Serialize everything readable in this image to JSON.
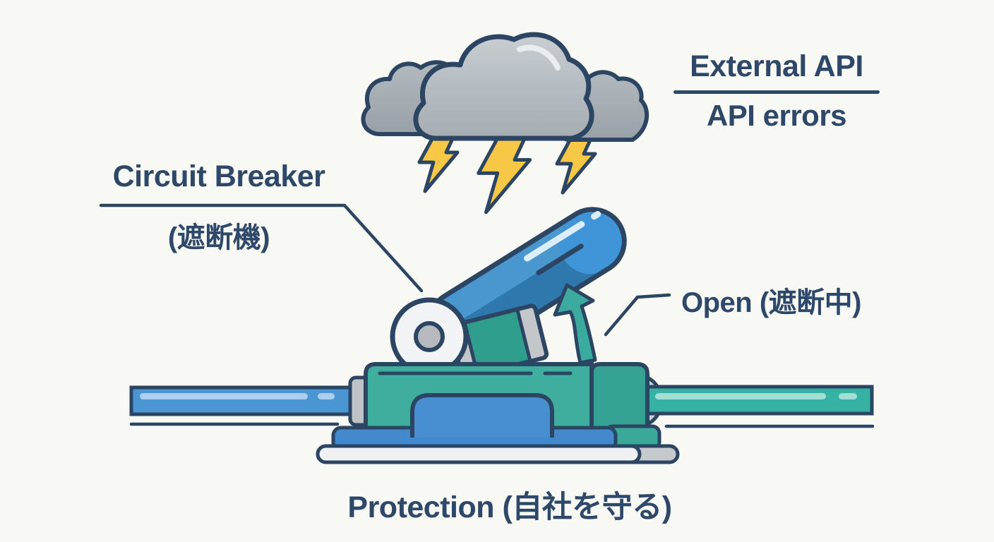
{
  "labels": {
    "circuit_breaker": "Circuit Breaker",
    "circuit_breaker_jp": "(遮断機)",
    "external_api": "External API",
    "api_errors": "API errors",
    "open_state": "Open (遮断中)",
    "protection": "Protection (自社を守る)"
  },
  "colors": {
    "background": "#f8f8f5",
    "text_navy": "#2d4868",
    "outline_navy": "#2b4563",
    "cloud_gray": "#b6bdc2",
    "lightning_yellow": "#f6c845",
    "lever_blue": "#3b87c6",
    "pipe_blue": "#4a96d2",
    "base_teal": "#3fae9e",
    "pipe_teal": "#36b2a4",
    "arrow_teal": "#3aab9e"
  },
  "illustration": {
    "storm_cloud_count": 3,
    "lightning_bolt_count": 3,
    "breaker_state": "open"
  }
}
